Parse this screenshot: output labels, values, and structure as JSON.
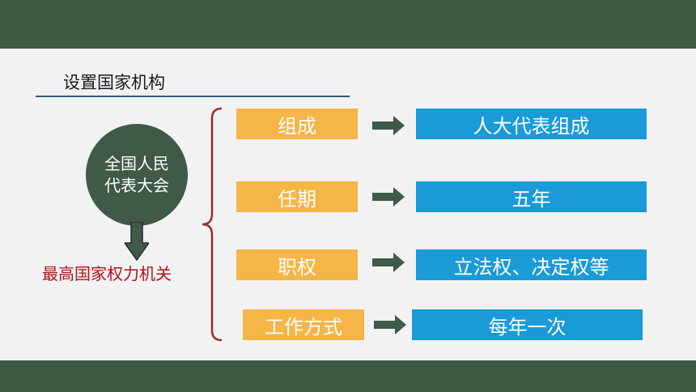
{
  "heading": "设置国家机构",
  "circle_text": "全国人民代表大会",
  "bottom_label": "最高国家权力机关",
  "rows": [
    {
      "left": "组成",
      "right": "人大代表组成"
    },
    {
      "left": "任期",
      "right": "五年"
    },
    {
      "left": "职权",
      "right": "立法权、决定权等"
    },
    {
      "left": "工作方式",
      "right": "每年一次"
    }
  ],
  "colors": {
    "band": "#3d5a45",
    "slide": "#f2f2f2",
    "circle": "#3f5a48",
    "left_box": "#f5b547",
    "right_box": "#1a9ad6",
    "red_text": "#b0121b",
    "brace": "#a02a2e"
  },
  "icons": {
    "down": "down-arrow-icon",
    "right": "right-arrow-icon"
  }
}
